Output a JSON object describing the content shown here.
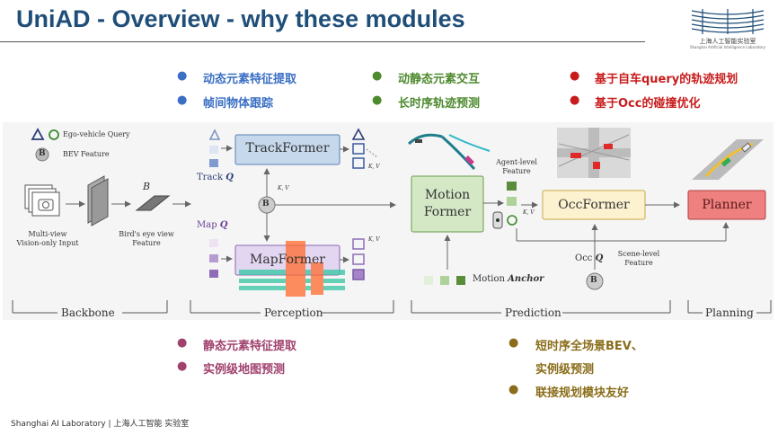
{
  "title": "UniAD - Overview - why these modules",
  "logo": {
    "line1": "上海人工智能实验室",
    "line2": "Shanghai Artificial Intelligence Laboratory"
  },
  "top_bullets": {
    "blue": [
      "动态元素特征提取",
      "帧间物体跟踪"
    ],
    "green": [
      "动静态元素交互",
      "长时序轨迹预测"
    ],
    "red": [
      "基于自车query的轨迹规划",
      "基于Occ的碰撞优化"
    ]
  },
  "bottom_bullets": {
    "purple": [
      "静态元素特征提取",
      "实例级地图预测"
    ],
    "olive": [
      "短时序全场景BEV、",
      "实例级预测",
      "联接规划模块友好"
    ]
  },
  "diagram": {
    "legend_query": "Ego-vehicle Query",
    "legend_bev": "BEV Feature",
    "bev_symbol": "B",
    "backbone_b": "B",
    "multiview": [
      "Multi-view",
      "Vision-only Input"
    ],
    "birds_eye": [
      "Bird's eye view",
      "Feature"
    ],
    "trackformer": "TrackFormer",
    "mapformer": "MapFormer",
    "track_q": "Track",
    "map_q": "Map",
    "q": "Q",
    "kv": "K, V",
    "motion_former": [
      "Motion",
      "Former"
    ],
    "agent_level": [
      "Agent-level",
      "Feature"
    ],
    "occformer": "OccFormer",
    "planner": "Planner",
    "occ_q": "Occ",
    "scene_level": [
      "Scene-level",
      "Feature"
    ],
    "motion_anchor": "Motion",
    "anchor": "Anchor",
    "sections": [
      "Backbone",
      "Perception",
      "Prediction",
      "Planning"
    ]
  },
  "colors": {
    "title": "#1f4e79",
    "blue": "#3a6fc4",
    "green": "#4e8a2e",
    "red": "#c81c1c",
    "purple": "#a0426e",
    "olive": "#8a6d1a",
    "track_box": "#c6d8ec",
    "map_box": "#e3d6f0",
    "motion_box": "#d4e8c6",
    "occ_box": "#fdf2d0",
    "planner_box": "#ee8080"
  },
  "footer": {
    "left": "Shanghai AI Laboratory",
    "sep": "|",
    "right": "上海人工智能 实验室"
  }
}
